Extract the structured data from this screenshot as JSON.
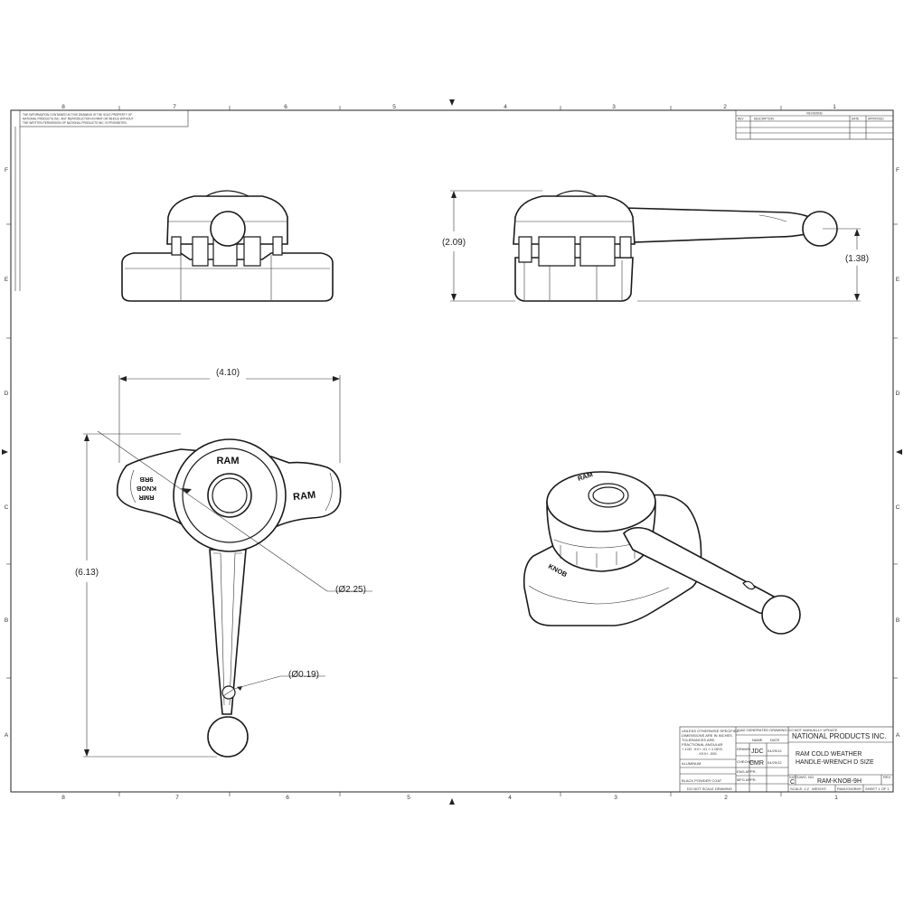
{
  "drawing": {
    "title": "",
    "notice_lines": [
      "THE INFORMATION CONTAINED IN THIS DRAWING IS THE SOLE PROPERTY OF",
      "NATIONAL PRODUCTS INC. ANY REPRODUCTION IN PART OR WHOLE WITHOUT",
      "THE WRITTEN PERMISSION OF NATIONAL PRODUCTS INC. IS PROHIBITED."
    ],
    "zone_columns": [
      "8",
      "7",
      "6",
      "5",
      "4",
      "3",
      "2",
      "1"
    ],
    "zone_rows": [
      "F",
      "E",
      "D",
      "C",
      "B",
      "A"
    ],
    "revision_block": {
      "heading": "REVISIONS",
      "columns": [
        "REV",
        "DESCRIPTION",
        "DATE",
        "APPROVED"
      ]
    },
    "dimensions": {
      "overall_height": "(2.09)",
      "ball_height": "(1.38)",
      "overall_width": "(4.10)",
      "overall_length": "(6.13)",
      "knob_diameter": "(Ø2.25)",
      "hole_diameter": "(Ø0.19)"
    },
    "part_markings": {
      "ram_top": "RAM",
      "ram_side": "RAM",
      "knob_line1": "RMR",
      "knob_line2": "KNOB",
      "knob_line3": "9RB"
    },
    "title_block": {
      "company": "NATIONAL PRODUCTS INC.",
      "part_name_line1": "RAM COLD WEATHER",
      "part_name_line2": "HANDLE-WRENCH D SIZE",
      "part_number": "RAM-KNOB-9H",
      "size": "C",
      "tolerance_notes": [
        "UNLESS OTHERWISE SPECIFIED:",
        "DIMENSIONS ARE IN INCHES",
        "TOLERANCES ARE:",
        "FRACTIONAL    ANGULAR",
        "+-1/32   .XX+-.01   +-1 DEG.",
        ".XXX+-.005"
      ],
      "drawing_note": "CAD GENERATED DRAWING DO NOT MANUALLY UPDATE",
      "material": "ALUMINUM",
      "finish": "BLACK POWDER COAT",
      "do_not_scale": "DO NOT SCALE DRAWING",
      "drawn_label": "DRAWN",
      "drawn_by": "JDC",
      "drawn_date": "04/29/12",
      "checked_label": "CHECKED",
      "checked_by": "CMR",
      "checked_date": "04/29/12",
      "eng_appr_label": "ENG APPR.",
      "mfg_appr_label": "MFG APPR.",
      "name_col": "NAME",
      "date_col": "DATE",
      "size_label": "SIZE",
      "dwg_no_label": "DWG. NO.",
      "rev_label": "REV",
      "scale_label": "SCALE: 1:2",
      "weight_label": "WEIGHT:",
      "file_ref": "RAM-KNOB9H",
      "sheet_label": "SHEET 1 OF 1"
    }
  }
}
